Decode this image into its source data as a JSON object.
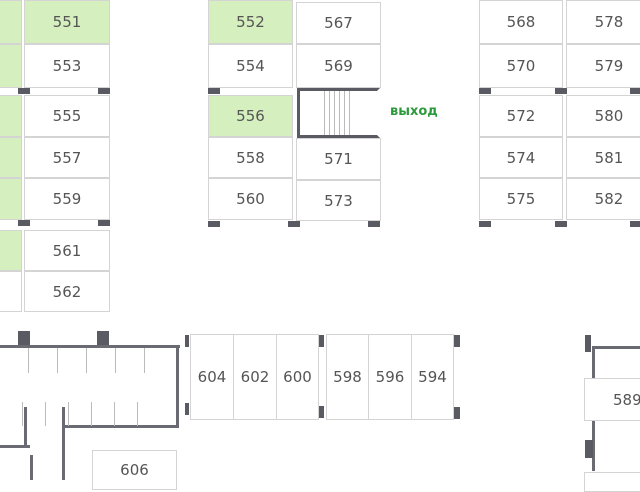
{
  "colors": {
    "available": "#d6efbf",
    "unit": "#ffffff",
    "wall": "#5a5a62",
    "exit": "#2e9a3e"
  },
  "exit_label": "выход",
  "units": {
    "u551": "551",
    "u553": "553",
    "u555": "555",
    "u557": "557",
    "u559": "559",
    "u561": "561",
    "u562": "562",
    "u552": "552",
    "u554": "554",
    "u556": "556",
    "u558": "558",
    "u560": "560",
    "u567": "567",
    "u569": "569",
    "u571": "571",
    "u573": "573",
    "u568": "568",
    "u570": "570",
    "u572": "572",
    "u574": "574",
    "u575": "575",
    "u578": "578",
    "u579": "579",
    "u580": "580",
    "u581": "581",
    "u582": "582",
    "u604": "604",
    "u602": "602",
    "u600": "600",
    "u598": "598",
    "u596": "596",
    "u594": "594",
    "u606": "606",
    "u589": "589"
  }
}
